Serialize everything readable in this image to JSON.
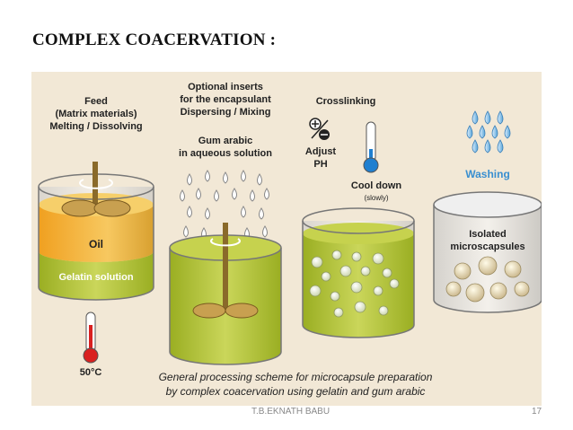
{
  "slide": {
    "title": "COMPLEX COACERVATION :",
    "footer_author": "T.B.EKNATH BABU",
    "page_number": "17"
  },
  "diagram": {
    "step1": {
      "line1": "Feed",
      "line2": "(Matrix materials)",
      "line3": "Melting / Dissolving",
      "oil_label": "Oil",
      "gelatin_label": "Gelatin solution",
      "temperature": "50°C"
    },
    "step2": {
      "line1": "Optional inserts",
      "line2": "for the encapsulant",
      "line3": "Dispersing / Mixing",
      "line4": "Gum arabic",
      "line5": "in aqueous solution"
    },
    "step3": {
      "title": "Crosslinking",
      "adjust_line1": "Adjust",
      "adjust_line2": "PH",
      "cool_down": "Cool down",
      "cool_note": "(slowly)"
    },
    "step4": {
      "washing": "Washing",
      "isolated_line1": "Isolated",
      "isolated_line2": "microscapsules"
    },
    "caption": {
      "line1": "General processing scheme for microcapsule preparation",
      "line2": "by complex coacervation using gelatin and gum arabic"
    },
    "colors": {
      "background": "#f2e8d6",
      "liquid_green": "#b9c93a",
      "oil_orange": "#f0b030",
      "water_blue": "#5aa6d8",
      "thermo_red": "#d92020",
      "thermo_blue": "#1f7fd0",
      "washing_text": "#3a8fd0"
    }
  }
}
